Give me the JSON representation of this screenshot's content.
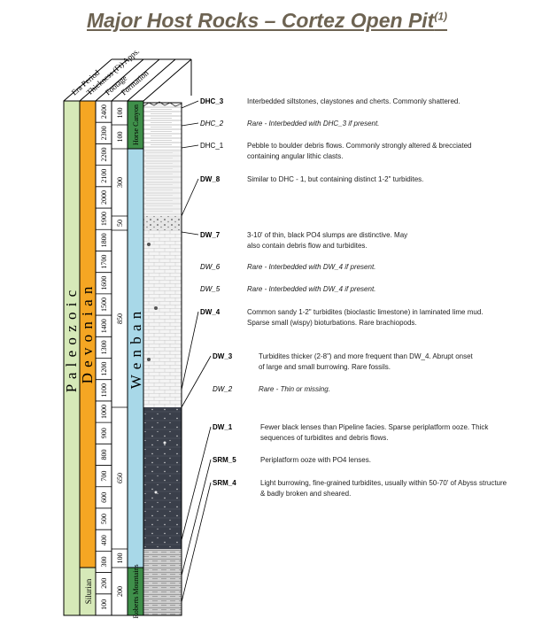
{
  "title": {
    "text": "Major Host Rocks – Cortez Open Pit",
    "superscript": "(1)"
  },
  "headers": {
    "era_period": "Era Period",
    "thickness": "Thickness (Ft) Apps.",
    "footage": "Footage",
    "formation": "Formation"
  },
  "era": {
    "name": "P a l e o z o i c"
  },
  "periods": {
    "devonian": "D e v o n i a n",
    "silurian": "Silurian"
  },
  "formations": {
    "horse_canyon": "Horse Canyon",
    "wenban": "W e n b a n",
    "roberts_mountains": "Roberts Mountains"
  },
  "footage": [
    "100",
    "200",
    "300",
    "400",
    "500",
    "600",
    "700",
    "800",
    "900",
    "1000",
    "1100",
    "1200",
    "1300",
    "1400",
    "1500",
    "1600",
    "1700",
    "1800",
    "1900",
    "2000",
    "2100",
    "2200",
    "2300",
    "2400"
  ],
  "thickness": [
    "200",
    "100",
    "650",
    "850",
    "50",
    "300",
    "100",
    "100"
  ],
  "units": [
    {
      "code": "DHC_3",
      "style": "bold",
      "desc": [
        "Interbedded siltstones, claystones and cherts. Commonly shattered."
      ]
    },
    {
      "code": "DHC_2",
      "style": "italic",
      "desc": [
        "Rare - Interbedded with DHC_3 if present."
      ]
    },
    {
      "code": "DHC_1",
      "style": "plain",
      "desc": [
        "Pebble to boulder debris flows. Commonly strongly altered & brecciated",
        "containing angular lithic clasts."
      ]
    },
    {
      "code": "DW_8",
      "style": "bold",
      "desc": [
        "Similar to DHC - 1, but containing distinct 1-2\" turbidites."
      ]
    },
    {
      "code": "DW_7",
      "style": "bold",
      "desc": [
        "3-10' of thin, black PO4 slumps are distinctive. May",
        "also contain debris flow and turbidites."
      ]
    },
    {
      "code": "DW_6",
      "style": "italic",
      "desc": [
        "Rare - Interbedded with DW_4 if present."
      ]
    },
    {
      "code": "DW_5",
      "style": "italic",
      "desc": [
        "Rare - Interbedded with DW_4 if present."
      ]
    },
    {
      "code": "DW_4",
      "style": "bold",
      "desc": [
        "Common sandy 1-2\" turbidites (bioclastic limestone) in laminated lime mud.",
        "Sparse small (wispy) bioturbations. Rare brachiopods."
      ]
    },
    {
      "code": "DW_3",
      "style": "bold",
      "desc": [
        "Turbidites thicker (2-8\") and more frequent than DW_4. Abrupt onset",
        "of large and small burrowing. Rare fossils."
      ]
    },
    {
      "code": "DW_2",
      "style": "italic",
      "desc": [
        "Rare - Thin or missing."
      ]
    },
    {
      "code": "DW_1",
      "style": "bold",
      "desc": [
        "Fewer black lenses than Pipeline facies. Sparse periplatform ooze. Thick",
        "sequences of turbidites and debris flows."
      ]
    },
    {
      "code": "SRM_5",
      "style": "bold",
      "desc": [
        "Periplatform ooze with PO4 lenses."
      ]
    },
    {
      "code": "SRM_4",
      "style": "bold",
      "desc": [
        "Light burrowing, fine-grained turbidites, usually within 50-70' of Abyss structure",
        "& badly broken and sheared."
      ]
    }
  ],
  "colors": {
    "era_fill": "#d6e9b8",
    "devonian_fill": "#f5a623",
    "silurian_fill": "#d6e9b8",
    "wenban_fill": "#a8d8e8",
    "horse_canyon_fill": "#3f8f4a",
    "roberts_mountains_fill": "#3f8f4a",
    "title_color": "#6d6352"
  }
}
